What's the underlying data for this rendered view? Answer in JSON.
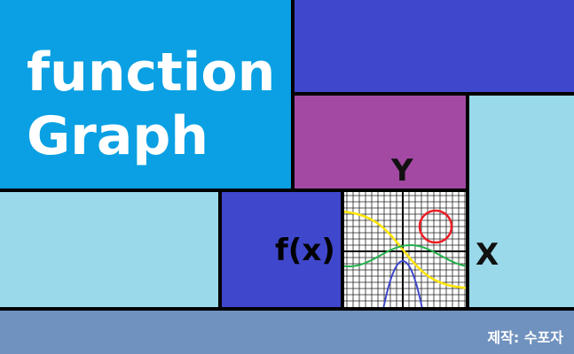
{
  "title": {
    "line1": "function",
    "line2": "Graph"
  },
  "graph": {
    "y_axis_label": "Y",
    "x_axis_label": "X",
    "function_label": "f(x)"
  },
  "footer": {
    "credit": "제작: 수포자"
  },
  "colors": {
    "title_tile": "#0aa0e3",
    "blue_tile": "#3f48cc",
    "purple_tile": "#a349a4",
    "light_tile": "#99d9ea",
    "footer_bar": "#7092be",
    "curve_yellow": "#ffe600",
    "curve_blue": "#3f48cc",
    "curve_green": "#22b14c",
    "circle_red": "#ed1c24"
  }
}
